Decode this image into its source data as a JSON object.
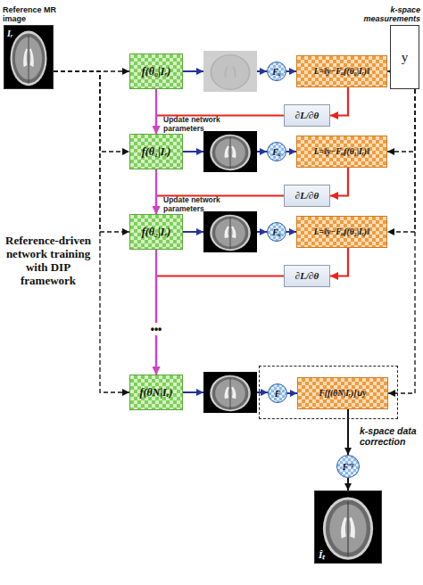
{
  "diagram": {
    "nodes": [
      {
        "text": [
          "Reference MR image",
          "Iᵣ"
        ]
      },
      {
        "text": [
          "k-space measurements",
          "y"
        ]
      },
      {
        "text": [
          "f(θ₀|Iᵣ)"
        ]
      },
      {
        "text": [
          "Fᵤ"
        ]
      },
      {
        "text": [
          "L=‖y−Fᵤf(θ₀|Iᵣ)‖"
        ]
      },
      {
        "text": [
          "∂L/∂θ"
        ]
      },
      {
        "text": [
          "f(θ₁|Iᵣ)"
        ]
      },
      {
        "text": [
          "Fᵤ"
        ]
      },
      {
        "text": [
          "L=‖y−Fᵤf(θ₁|Iᵣ)‖"
        ]
      },
      {
        "text": [
          "∂L/∂θ"
        ]
      },
      {
        "text": [
          "f(θ₂|Iᵣ)"
        ]
      },
      {
        "text": [
          "Fᵤ"
        ]
      },
      {
        "text": [
          "L=‖y−Fᵤf(θ₂|Iᵣ)‖"
        ]
      },
      {
        "text": [
          "∂L/∂θ"
        ]
      },
      {
        "text": [
          "f(θN|Iᵣ)"
        ]
      },
      {
        "text": [
          "k-space data correction"
        ]
      },
      {
        "text": [
          "F"
        ],
        "in": 15
      },
      {
        "text": [
          "F[f(θN|Iᵣ)]∪y"
        ],
        "in": 15
      },
      {
        "text": [
          "F⁻¹"
        ]
      },
      {
        "text": [
          "Îₜ"
        ]
      }
    ],
    "edges": [
      {
        "from": 0,
        "to": 2,
        "arrow": "to"
      },
      {
        "from": 0,
        "to": 6,
        "arrow": "to"
      },
      {
        "from": 0,
        "to": 10,
        "arrow": "to"
      },
      {
        "from": 0,
        "to": 14,
        "arrow": "to"
      },
      {
        "from": 1,
        "to": 4,
        "arrow": "to"
      },
      {
        "from": 1,
        "to": 8,
        "arrow": "to"
      },
      {
        "from": 1,
        "to": 12,
        "arrow": "to"
      },
      {
        "from": 1,
        "to": 17,
        "arrow": "to"
      },
      {
        "from": 2,
        "to": 3,
        "arrow": "to"
      },
      {
        "from": 3,
        "to": 4,
        "arrow": "to"
      },
      {
        "from": 4,
        "to": 5,
        "arrow": "to"
      },
      {
        "from": 5,
        "to": 6,
        "arrow": "to"
      },
      {
        "from": 2,
        "to": 6,
        "arrow": "to",
        "label": "Update network parameters"
      },
      {
        "from": 6,
        "to": 7,
        "arrow": "to"
      },
      {
        "from": 7,
        "to": 8,
        "arrow": "to"
      },
      {
        "from": 8,
        "to": 9,
        "arrow": "to"
      },
      {
        "from": 9,
        "to": 10,
        "arrow": "to"
      },
      {
        "from": 6,
        "to": 10,
        "arrow": "to",
        "label": "Update network parameters"
      },
      {
        "from": 10,
        "to": 11,
        "arrow": "to"
      },
      {
        "from": 11,
        "to": 12,
        "arrow": "to"
      },
      {
        "from": 12,
        "to": 13,
        "arrow": "to"
      },
      {
        "from": 13,
        "to": 14,
        "arrow": "to"
      },
      {
        "from": 10,
        "to": 14,
        "arrow": "to"
      },
      {
        "from": 14,
        "to": 16,
        "arrow": "to"
      },
      {
        "from": 16,
        "to": 17,
        "arrow": "to"
      },
      {
        "from": 17,
        "to": 18,
        "arrow": "to"
      },
      {
        "from": 18,
        "to": 19,
        "arrow": "to"
      }
    ],
    "labels": [
      "Reference-driven network training with DIP framework",
      "•••"
    ]
  }
}
